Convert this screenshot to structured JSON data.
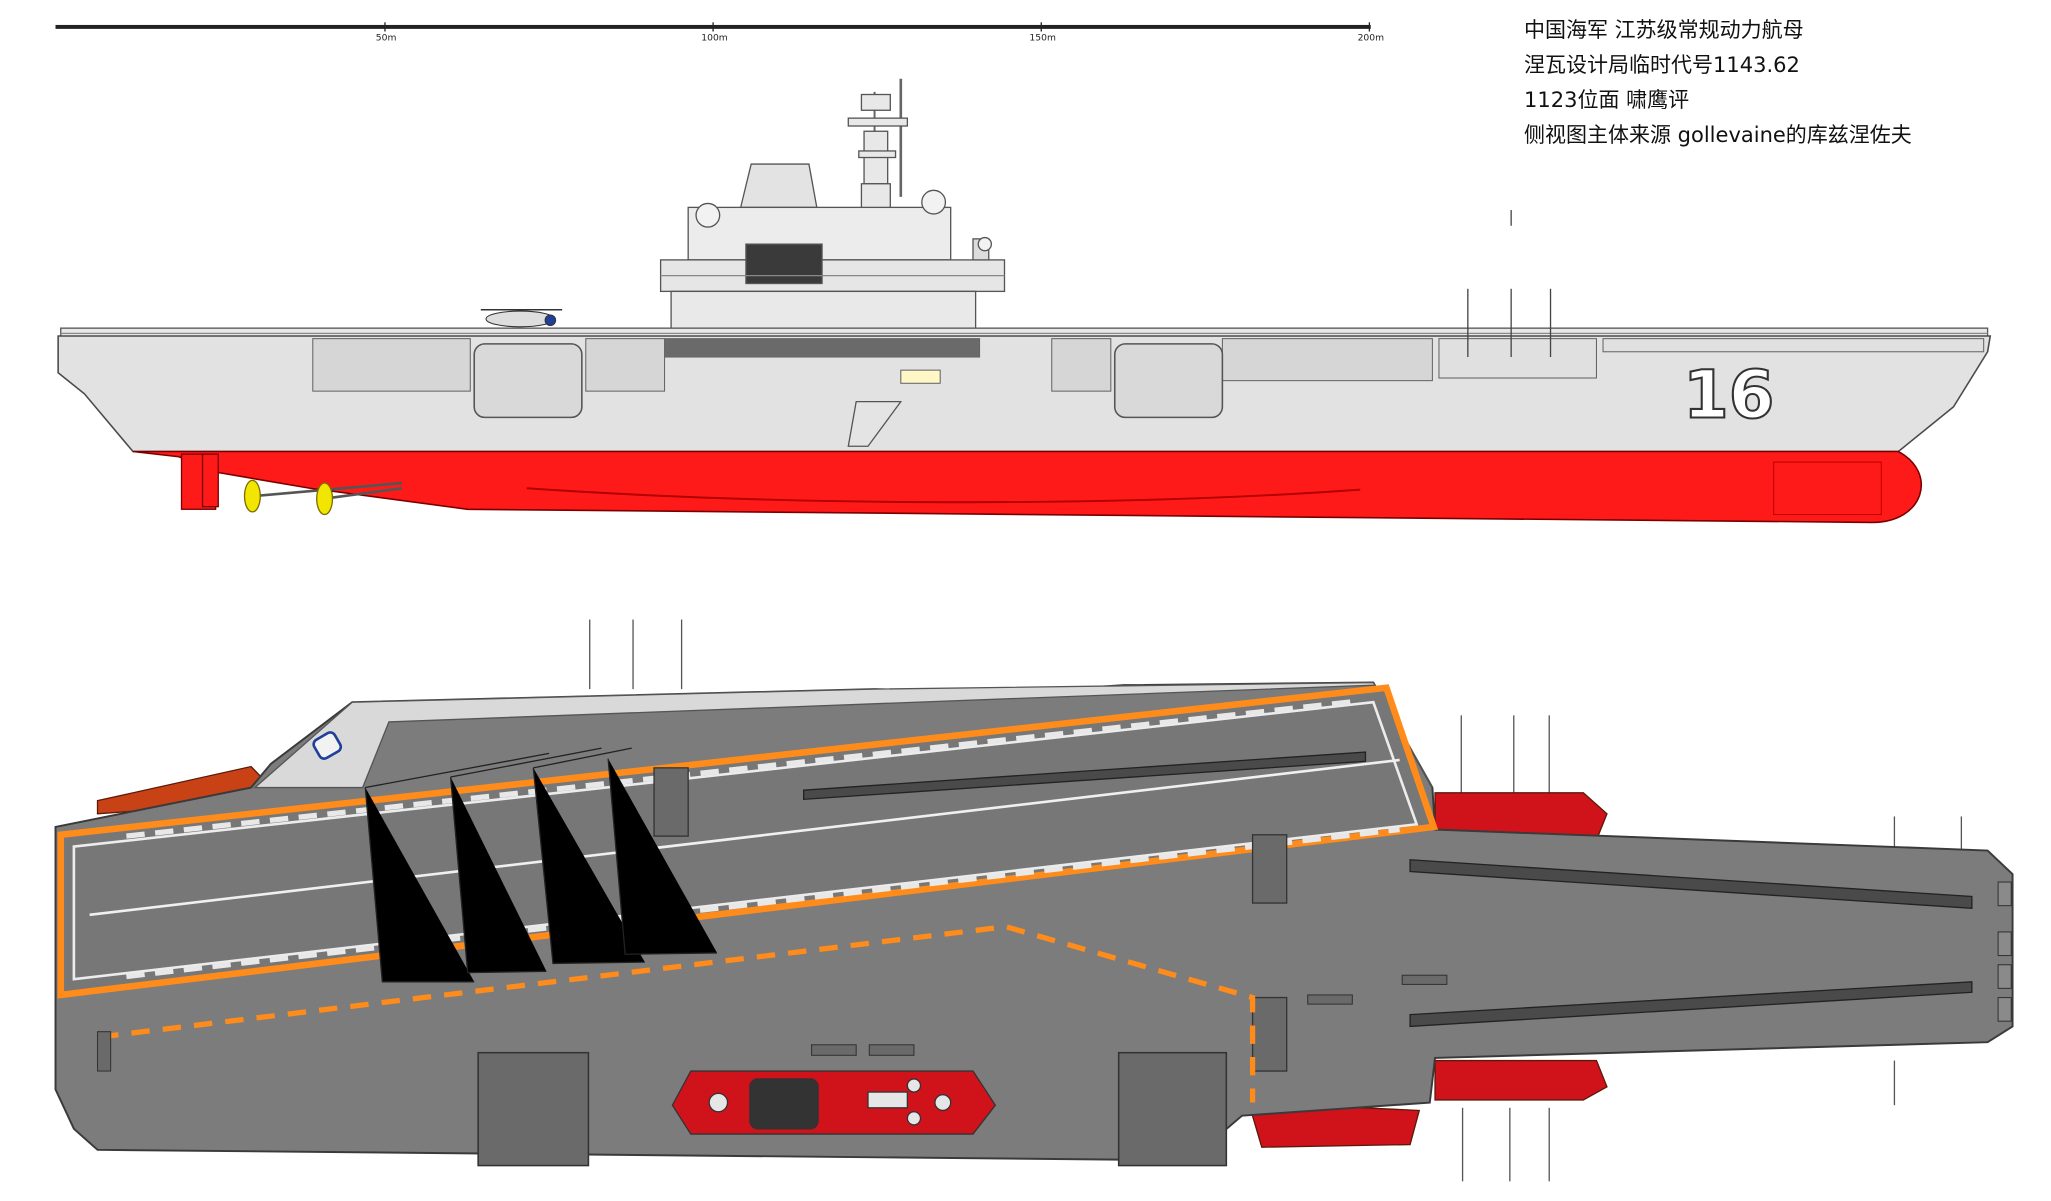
{
  "caption": {
    "lines": [
      "中国海军 江苏级常规动力航母",
      "涅瓦设计局临时代号1143.62",
      "1123位面  啸鹰评",
      "侧视图主体来源 gollevaine的库兹涅佐夫"
    ]
  },
  "scale_bar": {
    "labels": [
      "50m",
      "100m",
      "150m",
      "200m"
    ]
  },
  "side_view": {
    "hull_number": "16"
  },
  "colors": {
    "hull_red": "#ff1a1a",
    "hull_gray": "#e2e2e2",
    "deck_gray": "#7c7c7c",
    "deck_orange": "#ff8c1a",
    "sponson_red": "#d0121a",
    "sponson_rust": "#c84216",
    "propeller_yellow": "#f2e500"
  }
}
